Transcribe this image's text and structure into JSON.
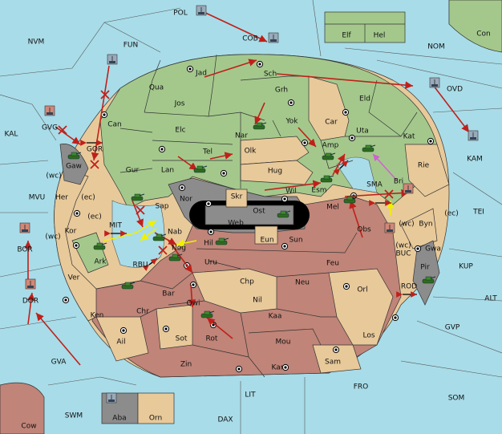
{
  "colors": {
    "sea": "#a8dce8",
    "player_green": "#a4c88c",
    "player_red": "#c08478",
    "neutral_tan": "#e8c99a",
    "neutral_gray": "#8c8c8c",
    "order_move": "#c0201a",
    "order_support": "#f0f000",
    "order_convoy": "#d060d0"
  },
  "icons": {
    "army": "green-tank-icon",
    "fleet": "gray-ship-icon",
    "supply_center": "supply-center-dot-icon",
    "failed_order": "red-x-icon",
    "coast_link": "double-arrow-icon"
  },
  "labels": [
    {
      "id": "pol",
      "text": "POL"
    },
    {
      "id": "cob",
      "text": "COB"
    },
    {
      "id": "fun",
      "text": "FUN"
    },
    {
      "id": "nvm",
      "text": "NVM"
    },
    {
      "id": "nom",
      "text": "NOM"
    },
    {
      "id": "ovd",
      "text": "OVD"
    },
    {
      "id": "con",
      "text": "Con"
    },
    {
      "id": "elf",
      "text": "Elf"
    },
    {
      "id": "hel",
      "text": "Hel"
    },
    {
      "id": "jad",
      "text": "Jad"
    },
    {
      "id": "sch",
      "text": "Sch"
    },
    {
      "id": "qua",
      "text": "Qua"
    },
    {
      "id": "jos",
      "text": "Jos"
    },
    {
      "id": "grh",
      "text": "Grh"
    },
    {
      "id": "eld",
      "text": "Eld"
    },
    {
      "id": "kal",
      "text": "KAL"
    },
    {
      "id": "gvg",
      "text": "GVG"
    },
    {
      "id": "can",
      "text": "Can"
    },
    {
      "id": "elc",
      "text": "Elc"
    },
    {
      "id": "nar",
      "text": "Nar"
    },
    {
      "id": "yok",
      "text": "Yok"
    },
    {
      "id": "car",
      "text": "Car"
    },
    {
      "id": "uta",
      "text": "Uta"
    },
    {
      "id": "kat",
      "text": "Kat"
    },
    {
      "id": "gor",
      "text": "GOR"
    },
    {
      "id": "gaw",
      "text": "Gaw"
    },
    {
      "id": "tel",
      "text": "Tel"
    },
    {
      "id": "olk",
      "text": "Olk"
    },
    {
      "id": "amp",
      "text": "Amp"
    },
    {
      "id": "kam",
      "text": "KAM"
    },
    {
      "id": "gur",
      "text": "Gur"
    },
    {
      "id": "lan",
      "text": "Lan"
    },
    {
      "id": "hug",
      "text": "Hug"
    },
    {
      "id": "rie",
      "text": "Rie"
    },
    {
      "id": "wc1",
      "text": "(wc)"
    },
    {
      "id": "mvu",
      "text": "MVU"
    },
    {
      "id": "her",
      "text": "Her"
    },
    {
      "id": "ec1",
      "text": "(ec)"
    },
    {
      "id": "nor",
      "text": "Nor"
    },
    {
      "id": "wil",
      "text": "Wil"
    },
    {
      "id": "esm",
      "text": "Esm"
    },
    {
      "id": "sma",
      "text": "SMA"
    },
    {
      "id": "bri",
      "text": "Bri"
    },
    {
      "id": "skr",
      "text": "Skr"
    },
    {
      "id": "sap",
      "text": "Sap"
    },
    {
      "id": "ost",
      "text": "Ost"
    },
    {
      "id": "mel",
      "text": "Mel"
    },
    {
      "id": "tei",
      "text": "TEI"
    },
    {
      "id": "ec2",
      "text": "(ec)"
    },
    {
      "id": "kor",
      "text": "Kor"
    },
    {
      "id": "web",
      "text": "Web"
    },
    {
      "id": "wc2",
      "text": "(wc)"
    },
    {
      "id": "byn",
      "text": "Byn"
    },
    {
      "id": "ec3",
      "text": "(ec)"
    },
    {
      "id": "mit",
      "text": "MIT"
    },
    {
      "id": "nab",
      "text": "Nab"
    },
    {
      "id": "obs",
      "text": "Obs"
    },
    {
      "id": "wc3",
      "text": "(wc)"
    },
    {
      "id": "eun",
      "text": "Eun"
    },
    {
      "id": "sun",
      "text": "Sun"
    },
    {
      "id": "hil",
      "text": "Hil"
    },
    {
      "id": "gwa",
      "text": "Gwa"
    },
    {
      "id": "bor",
      "text": "BOR"
    },
    {
      "id": "ark",
      "text": "Ark"
    },
    {
      "id": "nog",
      "text": "Nog"
    },
    {
      "id": "wc4",
      "text": "(wc)"
    },
    {
      "id": "buc",
      "text": "BUC"
    },
    {
      "id": "pir",
      "text": "Pir"
    },
    {
      "id": "kup",
      "text": "KUP"
    },
    {
      "id": "rbu",
      "text": "RBU"
    },
    {
      "id": "uru",
      "text": "Uru"
    },
    {
      "id": "feu",
      "text": "Feu"
    },
    {
      "id": "ver",
      "text": "Ver"
    },
    {
      "id": "chp",
      "text": "Chp"
    },
    {
      "id": "neu",
      "text": "Neu"
    },
    {
      "id": "orl",
      "text": "Orl"
    },
    {
      "id": "rod",
      "text": "ROD"
    },
    {
      "id": "bar",
      "text": "Bar"
    },
    {
      "id": "dor",
      "text": "DOR"
    },
    {
      "id": "nil",
      "text": "Nil"
    },
    {
      "id": "alt",
      "text": "ALT"
    },
    {
      "id": "qwi",
      "text": "Qwi"
    },
    {
      "id": "ken",
      "text": "Ken"
    },
    {
      "id": "chr",
      "text": "Chr"
    },
    {
      "id": "kaa",
      "text": "Kaa"
    },
    {
      "id": "gvp",
      "text": "GVP"
    },
    {
      "id": "los",
      "text": "Los"
    },
    {
      "id": "ail",
      "text": "Ail"
    },
    {
      "id": "sot",
      "text": "Sot"
    },
    {
      "id": "rot",
      "text": "Rot"
    },
    {
      "id": "mou",
      "text": "Mou"
    },
    {
      "id": "gva",
      "text": "GVA"
    },
    {
      "id": "sam",
      "text": "Sam"
    },
    {
      "id": "zin",
      "text": "Zin"
    },
    {
      "id": "kar",
      "text": "Kar"
    },
    {
      "id": "fro",
      "text": "FRO"
    },
    {
      "id": "lit",
      "text": "LIT"
    },
    {
      "id": "som",
      "text": "SOM"
    },
    {
      "id": "swm",
      "text": "SWM"
    },
    {
      "id": "aba",
      "text": "Aba"
    },
    {
      "id": "orn",
      "text": "Orn"
    },
    {
      "id": "dax",
      "text": "DAX"
    },
    {
      "id": "cow",
      "text": "Cow"
    }
  ]
}
